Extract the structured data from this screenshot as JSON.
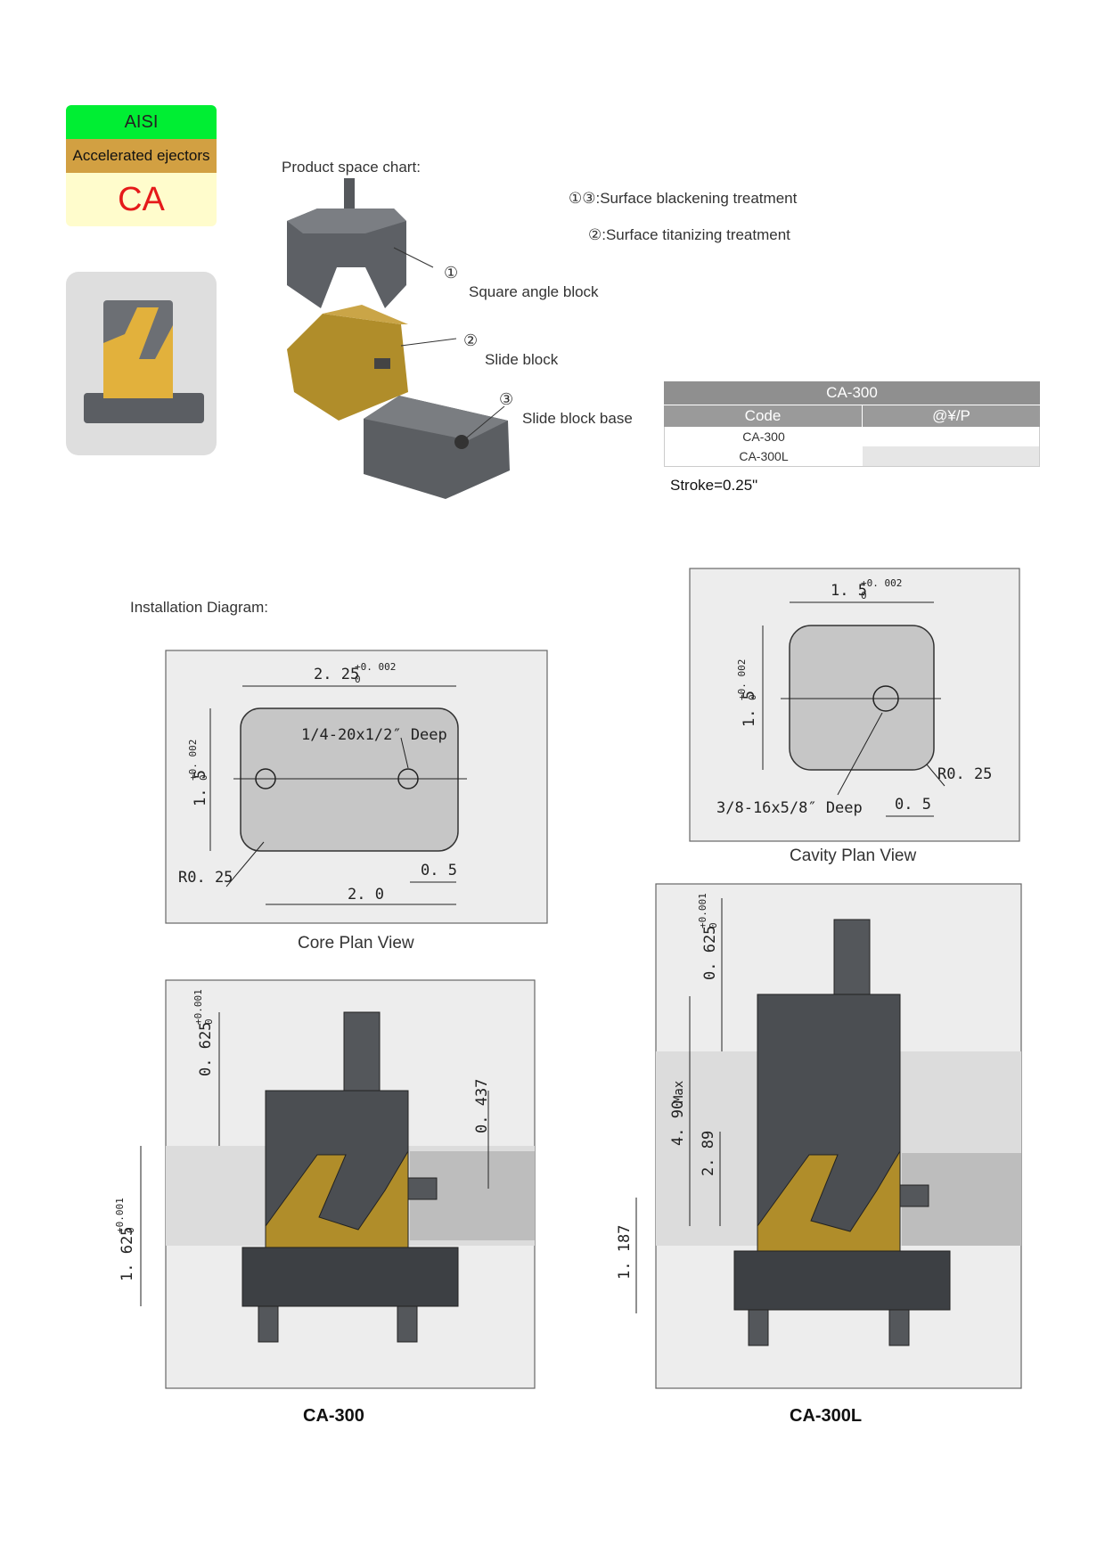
{
  "badge": {
    "standard": "AISI",
    "category": "Accelerated ejectors",
    "code": "CA"
  },
  "product_chart": {
    "title": "Product space chart:",
    "note_1": "①③:Surface blackening treatment",
    "note_2": "②:Surface titanizing treatment",
    "parts": [
      {
        "num": "①",
        "name": "Square angle block"
      },
      {
        "num": "②",
        "name": "Slide block"
      },
      {
        "num": "③",
        "name": "Slide block base"
      }
    ]
  },
  "price_table": {
    "title": "CA-300",
    "col_code": "Code",
    "col_price": "@¥/P",
    "rows": [
      {
        "code": "CA-300",
        "price": ""
      },
      {
        "code": "CA-300L",
        "price": ""
      }
    ],
    "stroke": "Stroke=0.25\""
  },
  "installation": {
    "title": "Installation Diagram:",
    "core": {
      "caption": "Core Plan View",
      "width_dim": "2. 25",
      "width_tol_upper": "+0. 002",
      "width_tol_lower": "0",
      "height_dim": "1. 5",
      "height_tol_upper": "+0. 002",
      "height_tol_lower": "0",
      "thread": "1/4-20x1/2″ Deep",
      "radius": "R0. 25",
      "offset": "0. 5",
      "spacing": "2. 0"
    },
    "cavity": {
      "caption": "Cavity Plan View",
      "width_dim": "1. 5",
      "width_tol_upper": "+0. 002",
      "width_tol_lower": "0",
      "height_dim": "1. 5",
      "height_tol_upper": "+0. 002",
      "height_tol_lower": "0",
      "thread": "3/8-16x5/8″ Deep",
      "radius": "R0. 25",
      "offset": "0. 5"
    },
    "ca300": {
      "caption": "CA-300",
      "top_dim": "0. 625",
      "top_tol_upper": "+0.001",
      "top_tol_lower": "0",
      "stroke_dim": "0. 437",
      "bottom_dim": "1. 625",
      "bottom_tol_upper": "+0.001",
      "bottom_tol_lower": "0"
    },
    "ca300l": {
      "caption": "CA-300L",
      "top_dim": "0. 625",
      "top_tol_upper": "+0.001",
      "top_tol_lower": "0",
      "max_dim": "4. 90",
      "max_label": "Max",
      "mid_dim": "2. 89",
      "bottom_dim": "1. 187"
    }
  },
  "colors": {
    "green": "#00ee33",
    "orange": "#d2a042",
    "cream": "#fffccc",
    "red_text": "#e51a1a",
    "gold": "#b5962a",
    "steel": "#4a4a4a"
  }
}
